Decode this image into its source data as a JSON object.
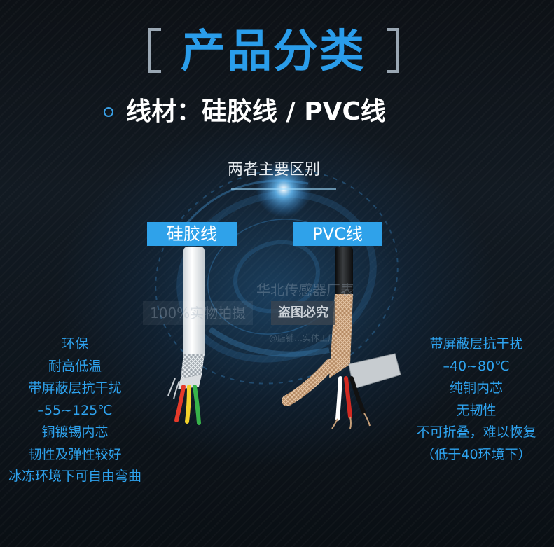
{
  "header": {
    "title": "产品分类",
    "subtitle": "线材：硅胶线 / PVC线"
  },
  "caption": "两者主要区别",
  "labels": {
    "silicone": "硅胶线",
    "pvc": "PVC线"
  },
  "watermark": {
    "brand": "华北传感器厂表",
    "real_photo": "100%实物拍摄",
    "badge": "盗图必究",
    "small": "@店铺…实体工厂"
  },
  "silicone_features": [
    "环保",
    "耐高低温",
    "带屏蔽层抗干扰",
    "–55~125℃",
    "铜镀锡内芯",
    "韧性及弹性较好",
    "冰冻环境下可自由弯曲"
  ],
  "pvc_features": [
    "带屏蔽层抗干扰",
    "–40~80℃",
    "纯铜内芯",
    "无韧性",
    "不可折叠，难以恢复",
    "（低于40环境下）"
  ],
  "colors": {
    "accent": "#2a9dea",
    "label_bg": "#2fa2ea",
    "feature_text": "#2ea3ef"
  }
}
